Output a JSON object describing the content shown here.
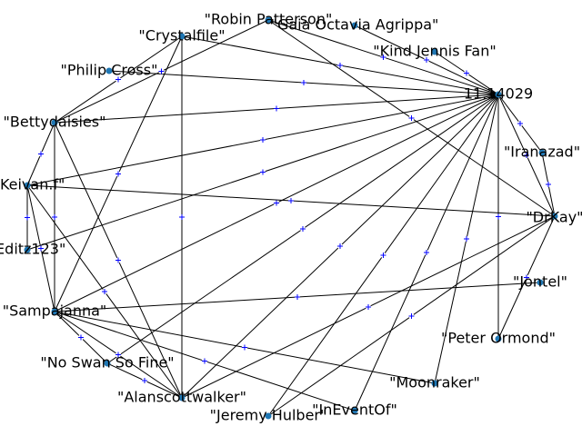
{
  "graph": {
    "nodes": [
      {
        "id": "robin",
        "label": "\"Robin Patterson\""
      },
      {
        "id": "gaia",
        "label": "\"Gaia Octavia Agrippa\""
      },
      {
        "id": "crystal",
        "label": "\"Crystalfile\""
      },
      {
        "id": "kind",
        "label": "\"Kind Jennis Fan\""
      },
      {
        "id": "philip",
        "label": "\"Philip Cross\""
      },
      {
        "id": "hub",
        "label": "11.14029"
      },
      {
        "id": "betty",
        "label": "\"Bettydaisies\""
      },
      {
        "id": "iranazad",
        "label": "\"Iranazad\""
      },
      {
        "id": "keivan",
        "label": "\"Keivan.f\""
      },
      {
        "id": "drkay",
        "label": "\"DrKay\""
      },
      {
        "id": "editz",
        "label": "\"Editz123\""
      },
      {
        "id": "jontel",
        "label": "\"Jontel\""
      },
      {
        "id": "sampajanna",
        "label": "\"Sampajanna\""
      },
      {
        "id": "peter",
        "label": "\"Peter Ormond\""
      },
      {
        "id": "noswan",
        "label": "\"No Swan So Fine\""
      },
      {
        "id": "moonraker",
        "label": "\"Moonraker\""
      },
      {
        "id": "alans",
        "label": "\"Alanscottwalker\""
      },
      {
        "id": "ineventof",
        "label": "\"InEventOf\""
      },
      {
        "id": "jeremy",
        "label": "\"Jeremy Hulber\""
      }
    ],
    "edges": [
      [
        "hub",
        "robin"
      ],
      [
        "hub",
        "gaia"
      ],
      [
        "hub",
        "crystal"
      ],
      [
        "hub",
        "kind"
      ],
      [
        "hub",
        "philip"
      ],
      [
        "hub",
        "betty"
      ],
      [
        "hub",
        "iranazad"
      ],
      [
        "hub",
        "keivan"
      ],
      [
        "hub",
        "drkay"
      ],
      [
        "hub",
        "editz"
      ],
      [
        "hub",
        "sampajanna"
      ],
      [
        "hub",
        "peter"
      ],
      [
        "hub",
        "noswan"
      ],
      [
        "hub",
        "moonraker"
      ],
      [
        "hub",
        "alans"
      ],
      [
        "hub",
        "ineventof"
      ],
      [
        "hub",
        "jeremy"
      ],
      [
        "robin",
        "drkay"
      ],
      [
        "robin",
        "betty"
      ],
      [
        "crystal",
        "sampajanna"
      ],
      [
        "crystal",
        "alans"
      ],
      [
        "crystal",
        "betty"
      ],
      [
        "betty",
        "keivan"
      ],
      [
        "betty",
        "alans"
      ],
      [
        "betty",
        "sampajanna"
      ],
      [
        "keivan",
        "editz"
      ],
      [
        "keivan",
        "sampajanna"
      ],
      [
        "keivan",
        "alans"
      ],
      [
        "keivan",
        "drkay"
      ],
      [
        "sampajanna",
        "moonraker"
      ],
      [
        "sampajanna",
        "alans"
      ],
      [
        "sampajanna",
        "jontel"
      ],
      [
        "sampajanna",
        "ineventof"
      ],
      [
        "sampajanna",
        "noswan"
      ],
      [
        "drkay",
        "jeremy"
      ],
      [
        "drkay",
        "peter"
      ],
      [
        "drkay",
        "iranazad"
      ],
      [
        "drkay",
        "alans"
      ],
      [
        "noswan",
        "alans"
      ]
    ]
  }
}
